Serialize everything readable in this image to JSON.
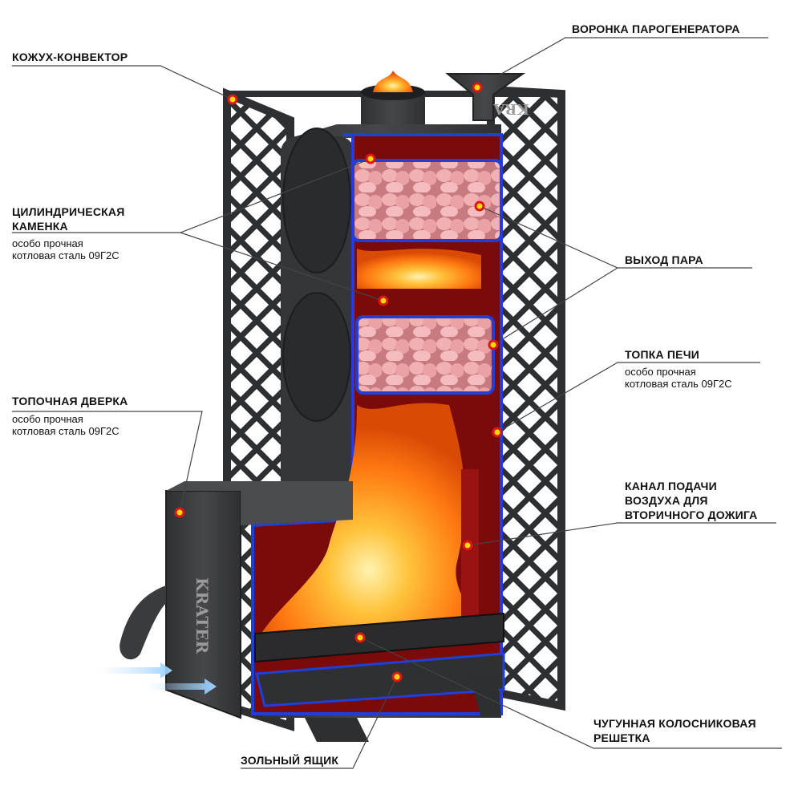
{
  "brand": {
    "front_logo": "KRATER",
    "top_logo": "KRA"
  },
  "labels": {
    "convector": {
      "title": "КОЖУХ-КОНВЕКТОР"
    },
    "funnel": {
      "title": "ВОРОНКА ПАРОГЕНЕРАТОРА"
    },
    "stones": {
      "title_line1": "ЦИЛИНДРИЧЕСКАЯ",
      "title_line2": "КАМЕНКА",
      "sub_line1": "особо прочная",
      "sub_line2": "котловая сталь 09Г2С"
    },
    "steam_out": {
      "title": "ВЫХОД ПАРА"
    },
    "firebox": {
      "title": "ТОПКА ПЕЧИ",
      "sub_line1": "особо прочная",
      "sub_line2": "котловая сталь 09Г2С"
    },
    "door": {
      "title": "ТОПОЧНАЯ ДВЕРКА",
      "sub_line1": "особо прочная",
      "sub_line2": "котловая сталь 09Г2С"
    },
    "air_channel": {
      "title_line1": "КАНАЛ ПОДАЧИ",
      "title_line2": "ВОЗДУХА ДЛЯ",
      "title_line3": "ВТОРИЧНОГО ДОЖИГА"
    },
    "grate": {
      "title_line1": "ЧУГУННАЯ КОЛОСНИКОВАЯ",
      "title_line2": "РЕШЕТКА"
    },
    "ash_box": {
      "title": "ЗОЛЬНЫЙ ЯЩИК"
    }
  },
  "colors": {
    "steel": "#3b3c3e",
    "lining": "#8e0d0d",
    "edge": "#1f3fd6",
    "flame": "#ff9a1a",
    "stone": "#e9a0a4",
    "marker": "#ffd800",
    "leader": "#444444"
  }
}
